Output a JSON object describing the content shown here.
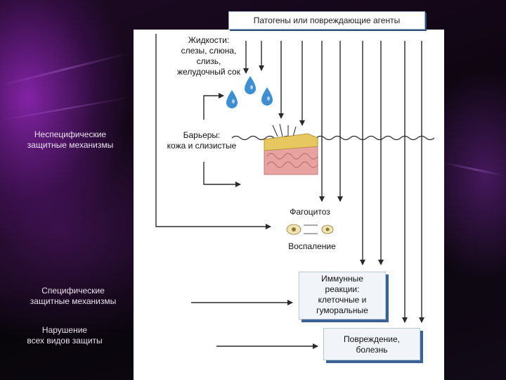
{
  "title": "Патогены или повреждающие агенты",
  "nodes": {
    "fluids": [
      "Жидкости:",
      "слезы, слюна,",
      "слизь,",
      "желудочный сок"
    ],
    "barriers": [
      "Барьеры:",
      "кожа и слизистые"
    ],
    "phagocytosis": "Фагоцитоз",
    "inflammation": "Воспаление",
    "immune": [
      "Иммунные",
      "реакции:",
      "клеточные и",
      "гуморальные"
    ],
    "damage": [
      "Повреждение,",
      "болезнь"
    ]
  },
  "side_labels": {
    "nonspecific": [
      "Неспецифические",
      "защитные механизмы"
    ],
    "specific": [
      "Специфические",
      "защитные механизмы"
    ],
    "failure": [
      "Нарушение",
      "всех видов защиты"
    ]
  },
  "colors": {
    "arrow": "#2a2a2a",
    "drop": "#3f8fd0",
    "skin": "#e8a3a0",
    "skin_fat": "#e6c760",
    "box_shadow": "#3c6294"
  },
  "icons": [
    "water-drop-icon",
    "skin-cross-section-icon",
    "phagocyte-icon"
  ]
}
